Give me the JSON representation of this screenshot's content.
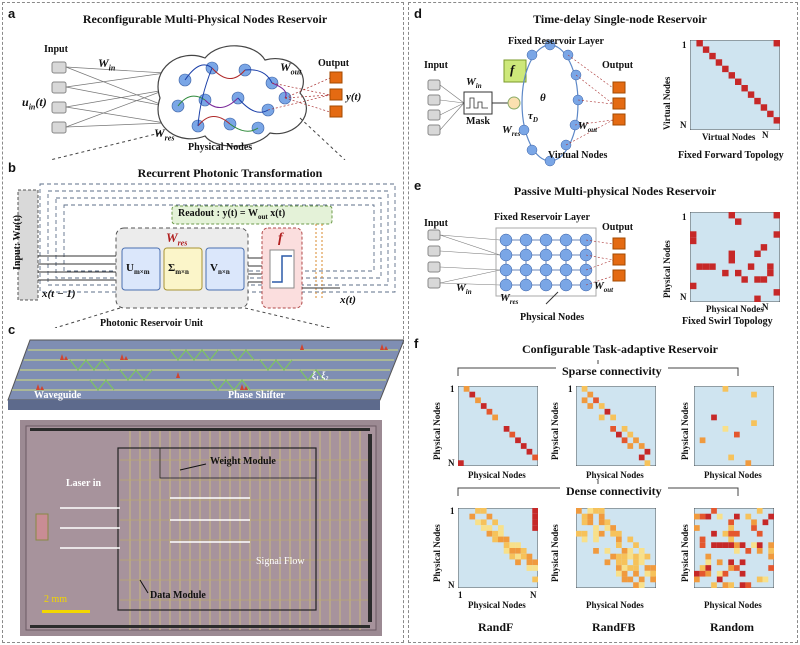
{
  "panels": {
    "a": {
      "letter": "a",
      "title": "Reconfigurable Multi-Physical Nodes Reservoir",
      "input": "Input",
      "output": "Output",
      "u_in": "u",
      "u_sub": "in",
      "u_t": "(t)",
      "w_in": "W",
      "w_in_sub": "in",
      "w_out": "W",
      "w_out_sub": "out",
      "w_res": "W",
      "w_res_sub": "res",
      "y_t": "y(t)",
      "physical_nodes": "Physical Nodes"
    },
    "b": {
      "letter": "b",
      "title": "Recurrent Photonic Transformation",
      "input_box": "Input: W",
      "input_box_rest": "u",
      "input_box_t": "(t)",
      "readout": "Readout : y(t) = W",
      "readout_sub": "out",
      "readout_rest": "x(t)",
      "w_res": "W",
      "w_res_sub": "res",
      "u_box": "U",
      "u_sub": "m×m",
      "sigma_box": "Σ",
      "sigma_sub": "m×n",
      "v_box": "V",
      "v_sub": "n×n",
      "f": "f",
      "x_prev": "x(t − 1)",
      "x_t": "x(t)",
      "unit_label": "Photonic Reservoir Unit"
    },
    "c": {
      "letter": "c",
      "waveguide": "Waveguide",
      "phase_shifter": "Phase Shifter",
      "xi": "ξ₁ ξ₂",
      "laser_in": "Laser in",
      "weight_module": "Weight Module",
      "signal_flow": "Signal Flow",
      "data_module": "Data Module",
      "scale": "2 mm"
    },
    "d": {
      "letter": "d",
      "title": "Time-delay Single-node Reservoir",
      "input": "Input",
      "mask": "Mask",
      "w_in": "W",
      "w_in_sub": "in",
      "fixed_layer": "Fixed Reservoir Layer",
      "f": "f",
      "theta": "θ",
      "tau": "τ",
      "tau_sub": "D",
      "w_res": "W",
      "w_res_sub": "res",
      "output": "Output",
      "w_out": "W",
      "w_out_sub": "out",
      "virtual_nodes": "Virtual Nodes",
      "matrix_ylabel": "Virtual Nodes",
      "matrix_xlabel": "Virtual  Nodes",
      "tick_1": "1",
      "tick_n": "N",
      "caption": "Fixed Forward Topology"
    },
    "e": {
      "letter": "e",
      "title": "Passive Multi-physical Nodes Reservoir",
      "input": "Input",
      "fixed_layer": "Fixed Reservoir Layer",
      "output": "Output",
      "w_in": "W",
      "w_in_sub": "in",
      "w_res": "W",
      "w_res_sub": "res",
      "w_out": "W",
      "w_out_sub": "out",
      "physical_nodes": "Physical Nodes",
      "matrix_ylabel": "Physical Nodes",
      "matrix_xlabel": "Physical Nodes",
      "tick_1": "1",
      "tick_n": "N",
      "caption": "Fixed Swirl Topology"
    },
    "f": {
      "letter": "f",
      "title": "Configurable Task-adaptive Reservoir",
      "sparse": "Sparse connectivity",
      "dense": "Dense connectivity",
      "ylabel": "Physical Nodes",
      "xlabel": "Physical Nodes",
      "tick_1": "1",
      "tick_n": "N",
      "col1": "RandF",
      "col2": "RandFB",
      "col3": "Random"
    }
  },
  "colors": {
    "matrix_bg": "#cfe4f0",
    "matrix_hot": "#c62828",
    "node_blue": "#6f9be0",
    "output_orange": "#e46a12"
  }
}
